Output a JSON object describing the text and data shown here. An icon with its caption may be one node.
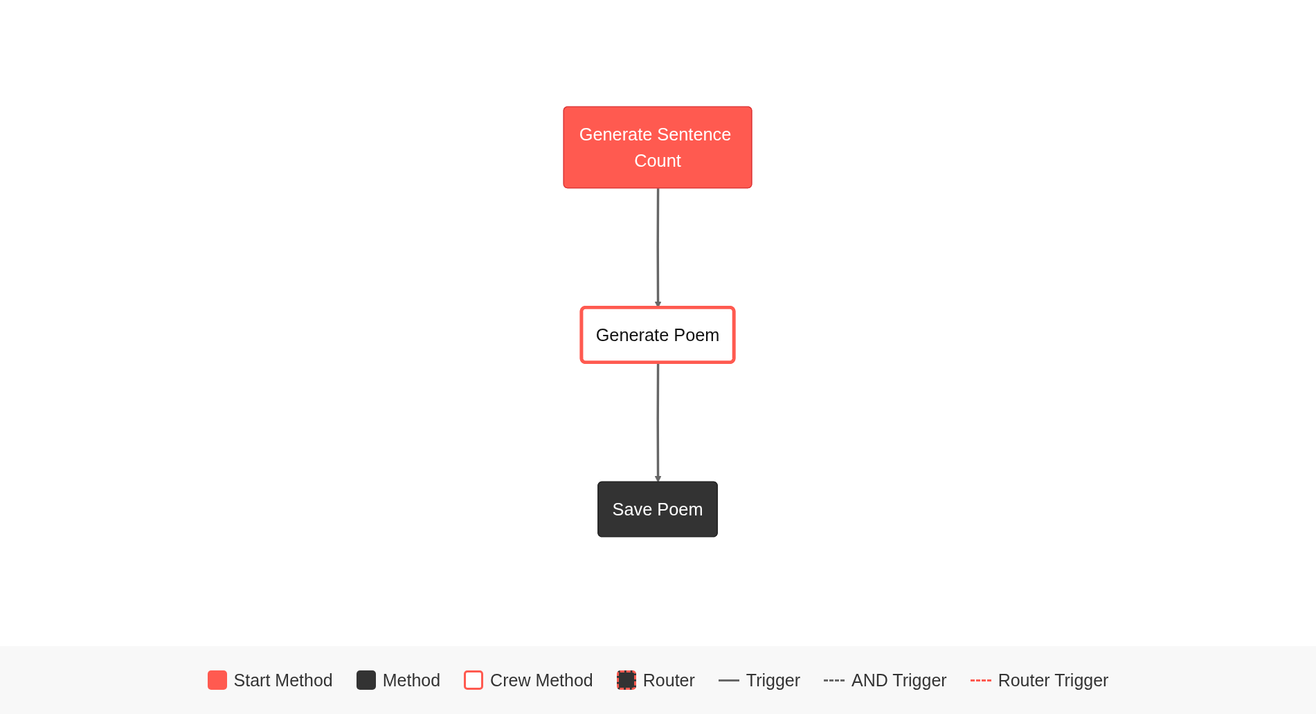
{
  "diagram": {
    "nodes": [
      {
        "text": [
          "Generate Sentence Count"
        ]
      },
      {
        "text": [
          "Generate Poem"
        ]
      },
      {
        "text": [
          "Save Poem"
        ]
      }
    ],
    "edges": [
      {
        "from": 0,
        "to": 1,
        "arrow": "to"
      },
      {
        "from": 1,
        "to": 2,
        "arrow": "to"
      }
    ],
    "legend": [
      {
        "text": "Start Method",
        "color": "#ff5a50"
      },
      {
        "text": "Method",
        "color": "#333333"
      },
      {
        "text": "Crew Method"
      },
      {
        "text": "Router"
      },
      {
        "text": "Trigger"
      },
      {
        "text": "AND Trigger"
      },
      {
        "text": "Router Trigger"
      }
    ]
  }
}
